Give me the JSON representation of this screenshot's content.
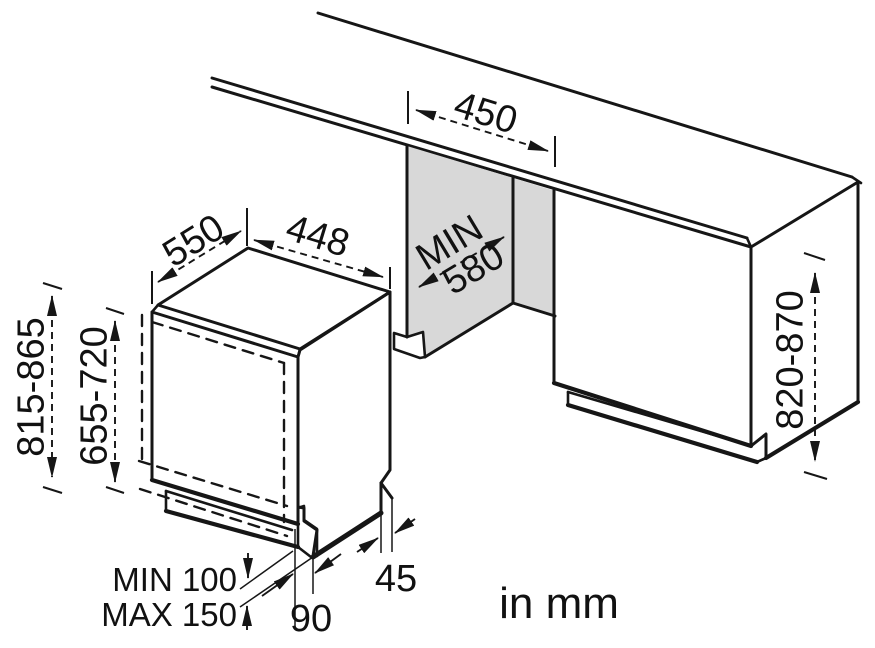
{
  "diagram": {
    "unit_note": "in mm",
    "appliance": {
      "depth": "550",
      "width": "448",
      "height_range": "815-865",
      "door_height_range": "655-720"
    },
    "niche": {
      "width": "450",
      "depth_label": "MIN",
      "depth_value": "580"
    },
    "worktop_height_range": "820-870",
    "plinth": {
      "min": "MIN 100",
      "max": "MAX 150"
    },
    "base_offsets": {
      "front": "90",
      "rear": "45"
    },
    "colors": {
      "line": "#161616",
      "panel": "#d8d8d8",
      "background": "#ffffff"
    }
  }
}
